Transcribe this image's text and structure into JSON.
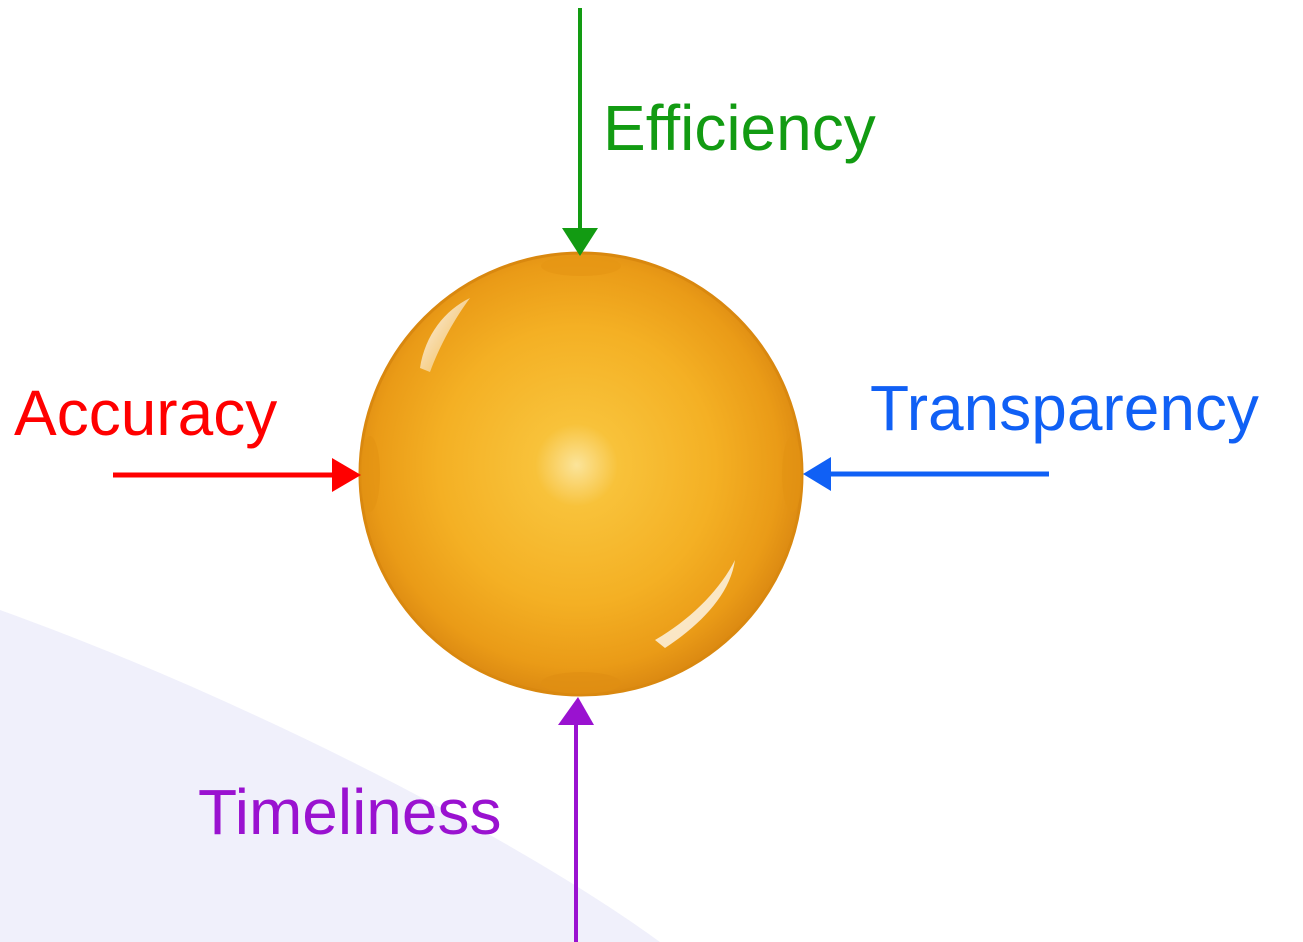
{
  "labels": {
    "top": "Efficiency",
    "left": "Accuracy",
    "right": "Transparency",
    "bottom": "Timeliness"
  },
  "colors": {
    "top": "#129b12",
    "left": "#ff0000",
    "right": "#1060f5",
    "bottom": "#9a12d0",
    "sphere": "#f5a623",
    "background_band": "#f0f0fb"
  }
}
